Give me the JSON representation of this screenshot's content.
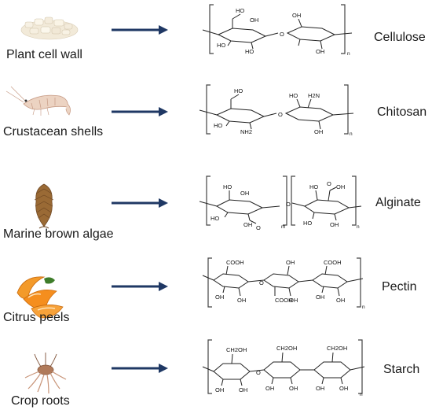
{
  "rows": [
    {
      "source_label": "Plant cell wall",
      "source_icon": "wood-chips-icon",
      "polymer_label": "Cellulose",
      "subscript": "n",
      "ring_labels": [
        "HO",
        "OH",
        "HO",
        "HO",
        "OH",
        "OH"
      ],
      "link_o": "O"
    },
    {
      "source_label": "Crustacean shells",
      "source_icon": "shrimp-icon",
      "polymer_label": "Chitosan",
      "subscript": "n",
      "ring_labels": [
        "HO",
        "HO",
        "NH2",
        "HO",
        "H2N",
        "OH"
      ],
      "link_o": "O"
    },
    {
      "source_label": "Marine brown algae",
      "source_icon": "seaweed-icon",
      "polymer_label": "Alginate",
      "subscript_m": "m",
      "subscript": "n",
      "ring_labels": [
        "HO",
        "HO",
        "OH",
        "O",
        "OH",
        "HO",
        "OH",
        "O",
        "OH",
        "HO"
      ],
      "link_o": "O"
    },
    {
      "source_label": "Citrus peels",
      "source_icon": "orange-peel-icon",
      "polymer_label": "Pectin",
      "subscript": "n",
      "ring_labels": [
        "COOH",
        "OH",
        "OH",
        "COOH",
        "OH",
        "OH",
        "COOH",
        "OH",
        "OH"
      ],
      "link_o": "O"
    },
    {
      "source_label": "Crop roots",
      "source_icon": "root-icon",
      "polymer_label": "Starch",
      "subscript": "n",
      "ring_labels": [
        "CH2OH",
        "OH",
        "OH",
        "CH2OH",
        "OH",
        "OH",
        "CH2OH",
        "OH",
        "OH"
      ],
      "link_o": "O"
    }
  ],
  "colors": {
    "arrow": "#1f3864",
    "text": "#1a1a1a",
    "orange": "#f08a1c",
    "shrimp": "#e9c9b4",
    "algae": "#8a5a2b",
    "wood": "#efe6d6"
  }
}
